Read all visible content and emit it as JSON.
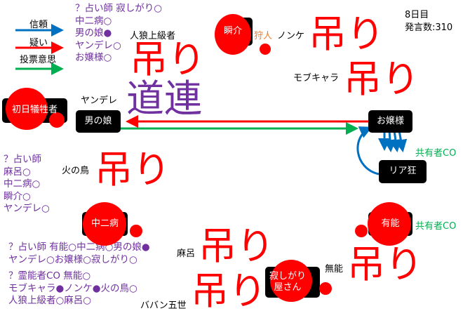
{
  "status": {
    "day": "8日目",
    "count": "発言数:310"
  },
  "legend": [
    {
      "label": "信頼",
      "color": "#0070c0"
    },
    {
      "label": "疑い",
      "color": "#ff0000"
    },
    {
      "label": "投票意思",
      "color": "#00b050"
    }
  ],
  "seer_list_1": [
    "？占い師 寂しがり○",
    "中二病○",
    "男の娘●",
    "ヤンデレ○",
    "お嬢様○"
  ],
  "seer_list_2": [
    "？占い師",
    "麻呂○",
    "中二病○",
    "瞬介○",
    "ヤンデレ○"
  ],
  "seer_list_3": [
    "？占い師 有能○中二病○男の娘●",
    "ヤンデレ○お嬢様○寂しがり○"
  ],
  "medium_list": [
    "？霊能者CO 無能○",
    "モブキャラ●ノンケ●火の鳥○",
    "人狼上級者○麻呂○"
  ],
  "michizure": "道連",
  "hang": "吊り",
  "players": {
    "first_victim": "初日犠牲者",
    "otokonoko": "男の娘",
    "ojousama": "お嬢様",
    "shunsuke": "瞬介",
    "riakyou": "リア狂",
    "chuunibyou": "中二病",
    "yuunou": "有能",
    "sabishigari": "寂しがり屋さん"
  },
  "labels": {
    "hunter": "狩人",
    "nonke": "ノンケ",
    "mobu": "モブキャラ",
    "jinrou": "人狼上級者",
    "yandere": "ヤンデレ",
    "hinotori": "火の鳥",
    "maro": "麻呂",
    "munou": "無能",
    "baban": "ババン五世",
    "shared_co_1": "共有者CO",
    "shared_co_2": "共有者CO"
  },
  "colors": {
    "trust": "#0070c0",
    "doubt": "#ff0000",
    "vote": "#00b050",
    "purple": "#7030a0",
    "blood": "#ff0000"
  }
}
